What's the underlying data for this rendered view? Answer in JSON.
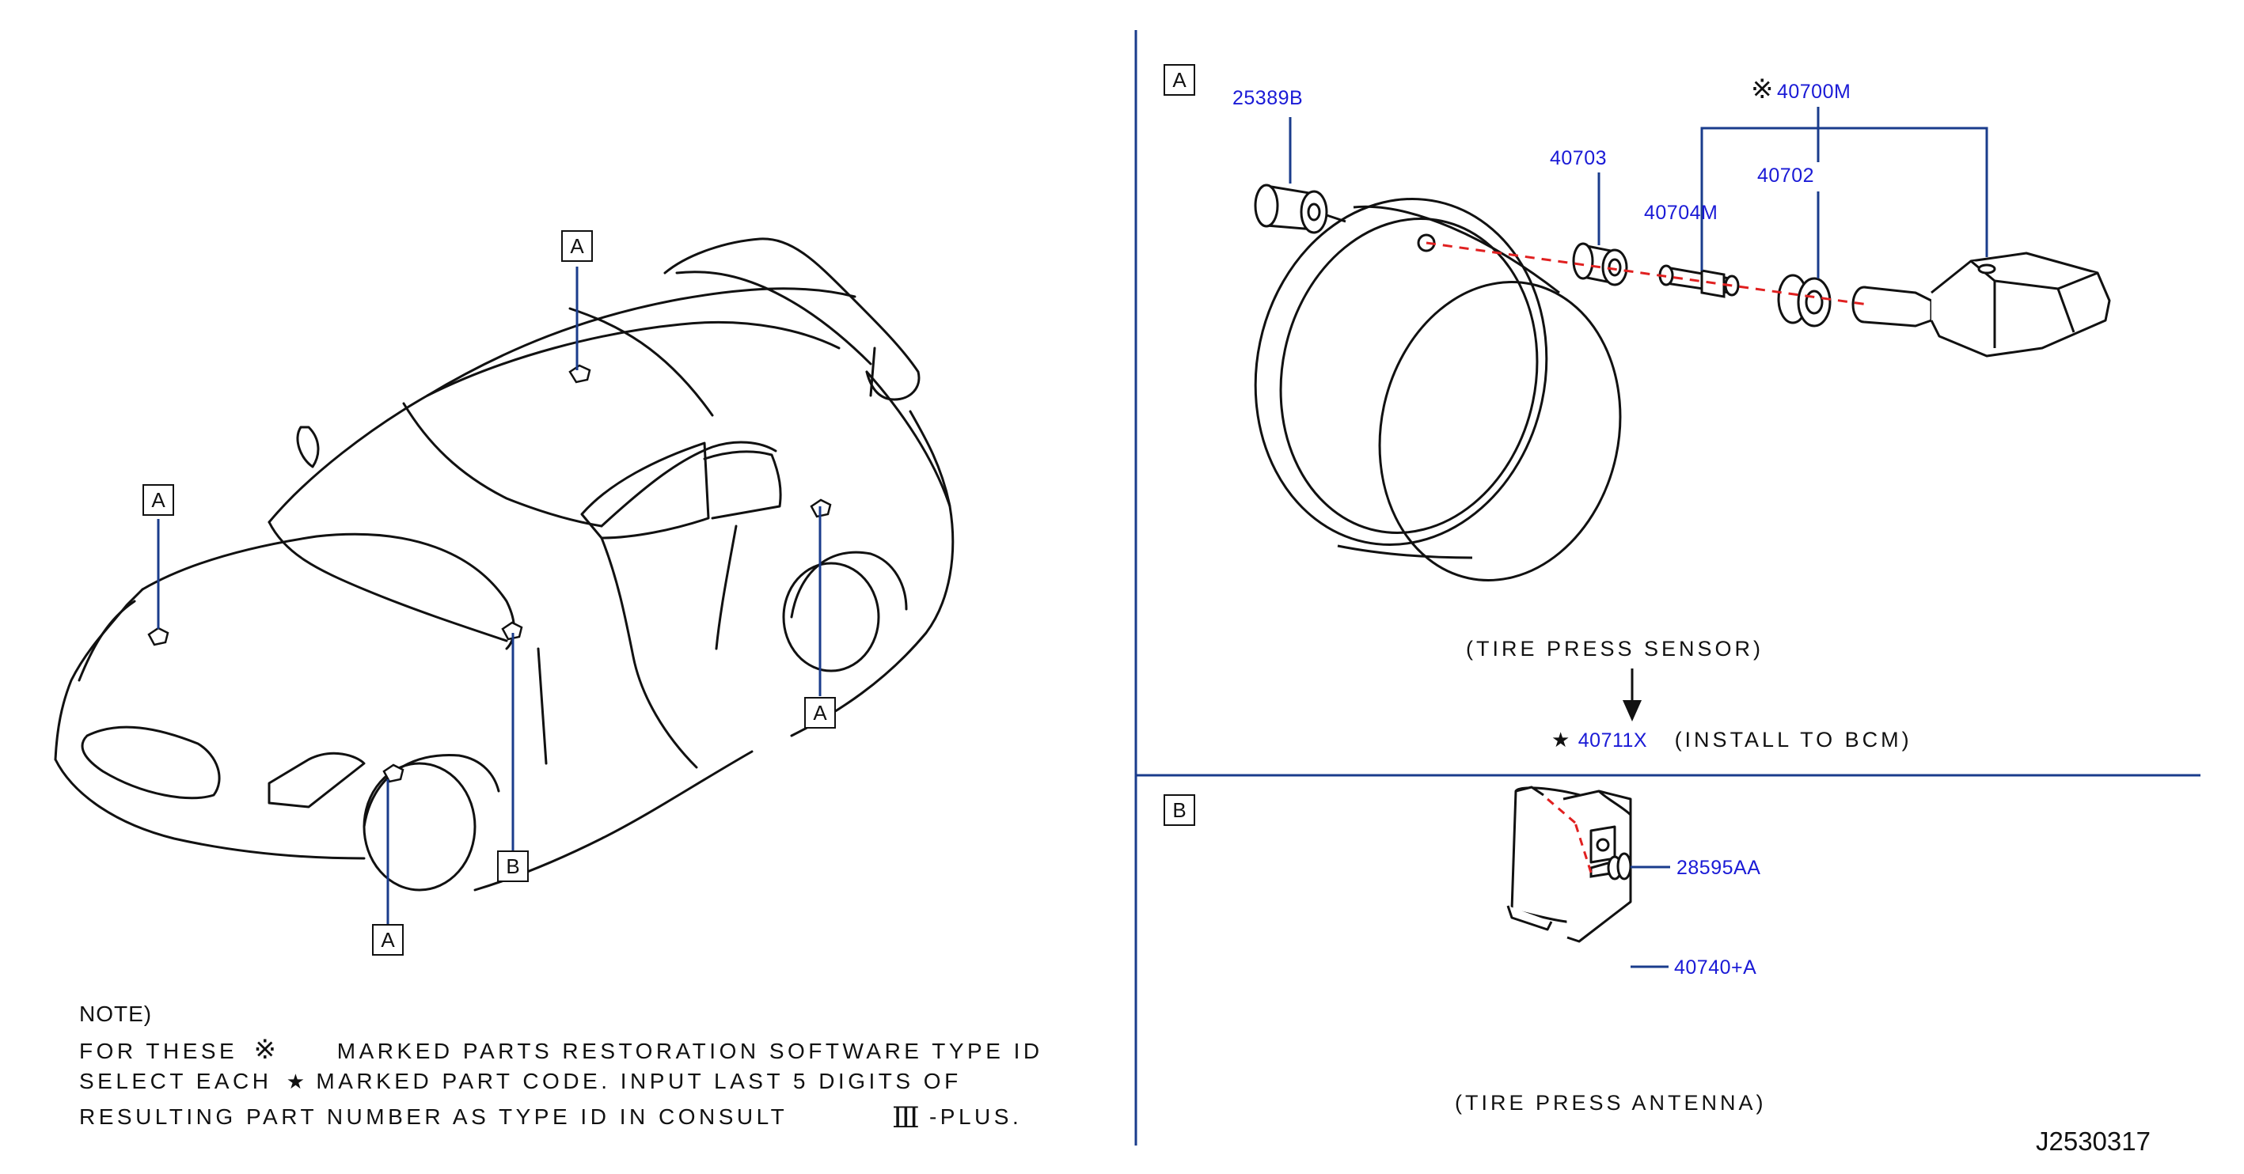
{
  "callouts": {
    "A1": "A",
    "A2": "A",
    "A3": "A",
    "A4": "A",
    "B1": "B",
    "sectionA": "A",
    "sectionB": "B"
  },
  "parts": {
    "p25389B": "25389B",
    "p40703": "40703",
    "p40700M": "40700M",
    "p40704M": "40704M",
    "p40702": "40702",
    "p40711X": "40711X",
    "p28595AA": "28595AA",
    "p40740A": "40740+A"
  },
  "symbols": {
    "kome": "※",
    "star": "★",
    "roman3": "Ⅲ"
  },
  "captions": {
    "sensor": "(TIRE PRESS SENSOR)",
    "install": "(INSTALL TO BCM)",
    "antenna": "(TIRE PRESS ANTENNA)"
  },
  "note": {
    "title": "NOTE)",
    "line1_a": "FOR THESE",
    "line1_b": "MARKED PARTS RESTORATION SOFTWARE TYPE ID",
    "line2_a": "SELECT EACH",
    "line2_b": "MARKED PART CODE. INPUT LAST 5 DIGITS OF",
    "line3_a": "RESULTING PART NUMBER AS TYPE ID IN CONSULT",
    "line3_b": "-PLUS."
  },
  "diagram_id": "J2530317",
  "colors": {
    "leader": "#1a3c8c",
    "part_number": "#1a1ad6",
    "dashed": "#e02020",
    "outline": "#111111"
  }
}
